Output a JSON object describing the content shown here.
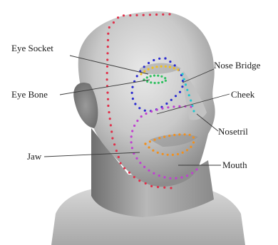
{
  "labels": {
    "eye_socket": "Eye Socket",
    "eye_bone": "Eye Bone",
    "jaw": "Jaw",
    "nose_bridge": "Nose Bridge",
    "cheek": "Cheek",
    "nostril": "Nosetril",
    "mouth": "Mouth"
  },
  "colors": {
    "head_outline": "#e0304a",
    "eye_socket": "#2a2ad0",
    "eye_bone": "#f0c020",
    "eye_inner": "#30c060",
    "nose_bridge": "#20c8d0",
    "cheek_jaw": "#c040d0",
    "mouth": "#f09020",
    "label_text": "#1a1a1a",
    "leader": "#3a3a3a"
  }
}
